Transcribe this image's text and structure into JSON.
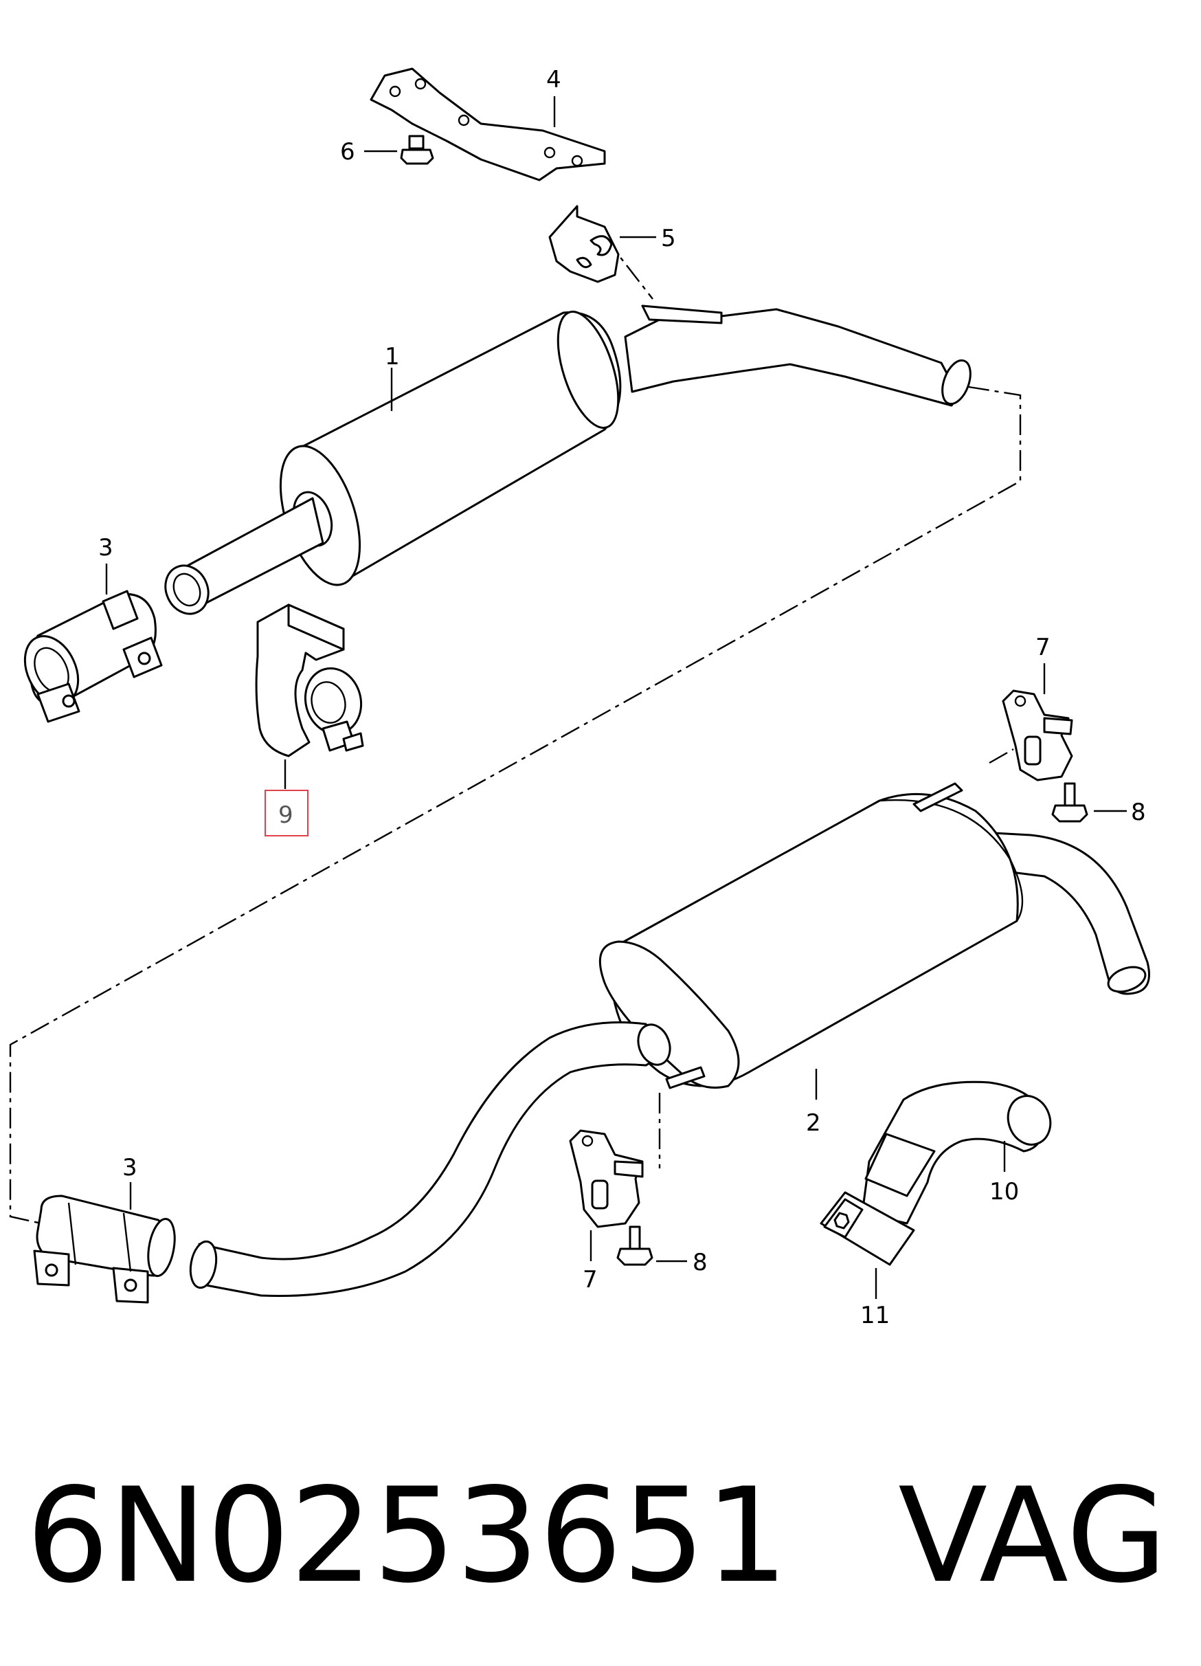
{
  "diagram": {
    "callouts": [
      {
        "id": "c1",
        "label": "1"
      },
      {
        "id": "c2",
        "label": "2"
      },
      {
        "id": "c3a",
        "label": "3"
      },
      {
        "id": "c3b",
        "label": "3"
      },
      {
        "id": "c4",
        "label": "4"
      },
      {
        "id": "c5",
        "label": "5"
      },
      {
        "id": "c6",
        "label": "6"
      },
      {
        "id": "c7a",
        "label": "7"
      },
      {
        "id": "c7b",
        "label": "7"
      },
      {
        "id": "c8a",
        "label": "8"
      },
      {
        "id": "c8b",
        "label": "8"
      },
      {
        "id": "c9",
        "label": "9"
      },
      {
        "id": "c10",
        "label": "10"
      },
      {
        "id": "c11",
        "label": "11"
      }
    ],
    "highlight_color": "#e0414a"
  },
  "footer": {
    "part_number": "6N0253651",
    "brand": "VAG"
  }
}
